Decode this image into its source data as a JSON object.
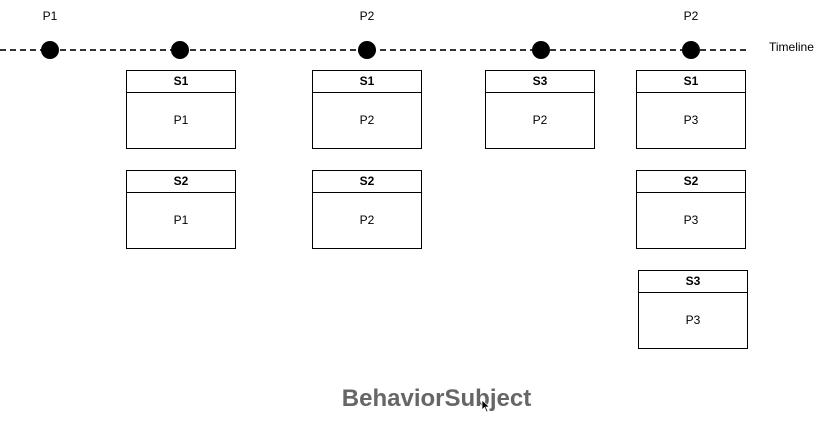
{
  "diagram": {
    "timeline_label": "Timeline",
    "caption": "BehaviorSubject",
    "events": [
      {
        "label": "P1"
      },
      {
        "label": ""
      },
      {
        "label": "P2"
      },
      {
        "label": ""
      },
      {
        "label": "P2"
      }
    ],
    "boxes": [
      {
        "header": "S1",
        "body": "P1"
      },
      {
        "header": "S2",
        "body": "P1"
      },
      {
        "header": "S1",
        "body": "P2"
      },
      {
        "header": "S2",
        "body": "P2"
      },
      {
        "header": "S3",
        "body": "P2"
      },
      {
        "header": "S1",
        "body": "P3"
      },
      {
        "header": "S2",
        "body": "P3"
      },
      {
        "header": "S3",
        "body": "P3"
      }
    ]
  }
}
